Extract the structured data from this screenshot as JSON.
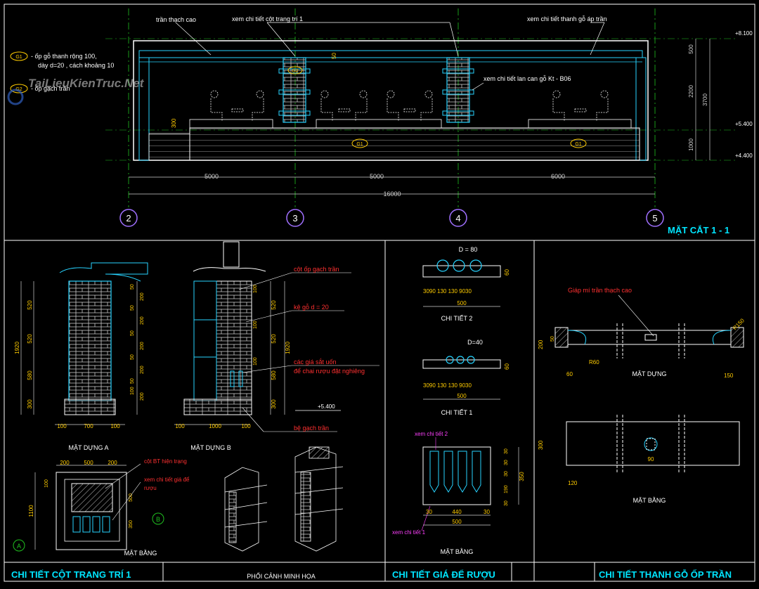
{
  "colors": {
    "bg": "#000000",
    "frame": "#ffffff",
    "dim": "#d0d0d0",
    "label_yellow": "#ffd000",
    "label_red": "#ff3030",
    "label_magenta": "#ff40ff",
    "label_white": "#ffffff",
    "title_cyan": "#00e5ff",
    "struct_cyan": "#27d3ff",
    "grid_green": "#20c020",
    "brick": "#c8c8c8",
    "axis_purple": "#a070ff",
    "tag_yellow": "#ffcc00"
  },
  "watermark": {
    "text": "TaiLieuKienTruc.Net"
  },
  "legend": {
    "g1_tag": "G1",
    "g1_line1": "- ốp gỗ thanh rộng 100,",
    "g1_line2": "dày d=20 , cách khoảng 10",
    "g2_tag": "G2",
    "g2_line": "- ốp gạch trần"
  },
  "section": {
    "title": "MẶT CẮT 1 - 1",
    "notes": {
      "ceiling": "trần thạch cao",
      "column_ref": "xem chi tiết cột trang trí 1",
      "wood_ref": "xem chi tiết thanh gỗ áp trần",
      "railing_ref": "xem chi tiết lan can gỗ Kt - B06"
    },
    "dims": {
      "span1": "5000",
      "span2": "5000",
      "span3": "6000",
      "total": "16000",
      "h_top": "500",
      "h_mid": "2200",
      "h_total": "3700",
      "h_base": "1000",
      "step": "300",
      "beam": "50"
    },
    "levels": {
      "top": "+8.100",
      "mid": "+5.400",
      "low": "+4.400"
    },
    "axes": [
      "2",
      "3",
      "4",
      "5"
    ],
    "tag_g1": "G1",
    "tag_g2": "G2"
  },
  "column_detail": {
    "title": "CHI TIẾT CỘT TRANG TRÍ 1",
    "elev_a_label": "MẶT DỰNG A",
    "elev_b_label": "MẶT DỰNG B",
    "plan_label": "MẶT BẰNG",
    "perspective_label": "PHỐI CẢNH MINH HỌA",
    "notes": {
      "brick": "cột ốp gạch trần",
      "shelf": "kệ gỗ d = 20",
      "rack1": "các giá sắt uốn",
      "rack2": "để chai rượu đặt nghiêng",
      "base": "bệ gạch trần",
      "bt": "cột BT hiện trạng",
      "rack_ref1": "xem chi tiết giá để",
      "rack_ref2": "rượu"
    },
    "dims_a": {
      "h1": "520",
      "h2": "520",
      "h3": "580",
      "h4": "300",
      "total": "1920",
      "w1": "100",
      "w2": "700",
      "w3": "100",
      "r1": "50",
      "r2": "200",
      "r3": "50",
      "r4": "200",
      "r5": "50",
      "r6": "200",
      "r7": "50",
      "r8": "200",
      "r9": "50",
      "r10": "100",
      "r11": "200"
    },
    "dims_b": {
      "h1": "520",
      "h2": "520",
      "h3": "580",
      "h4": "300",
      "total": "1920",
      "w1": "100",
      "w2": "1000",
      "w3": "100",
      "level": "+5.400",
      "r1": "100",
      "r2": "100",
      "r3": "100"
    },
    "dims_plan": {
      "w1": "200",
      "w2": "500",
      "w3": "200",
      "h1": "100",
      "h2": "500",
      "h3": "350",
      "total": "1100"
    },
    "axis_a": "A",
    "axis_b": "B"
  },
  "rack_detail": {
    "title": "CHI TIẾT GIÁ ĐỂ RƯỢU",
    "ct2_label": "CHI TIẾT 2",
    "ct1_label": "CHI TIẾT 1",
    "plan_label": "MẶT BẰNG",
    "ct2_dia": "D = 80",
    "ct1_dia": "D=40",
    "ct_h": "60",
    "ct2_parts": "3090 130 130 9030",
    "ct1_parts": "3090 130 130 9030",
    "ct_total": "500",
    "ref2": "xem chi tiết 2",
    "ref1": "xem chi tiết 1",
    "plan_dims": {
      "w1": "30",
      "w2": "440",
      "w3": "30",
      "total": "500",
      "h1": "30",
      "h2": "30",
      "h3": "30",
      "h4": "190",
      "h5": "30",
      "htotal": "350"
    }
  },
  "wood_detail": {
    "title": "CHI TIẾT THANH GỖ ỐP TRẦN",
    "note": "Giáp mí trần thạch cao",
    "elev_label": "MẶT DỰNG",
    "plan_label": "MẶT BẰNG",
    "dims": {
      "d200": "200",
      "d50": "50",
      "r60": "R60",
      "d60": "60",
      "r150": "R150",
      "d150": "150",
      "d300": "300",
      "d120": "120",
      "d90": "90"
    }
  }
}
